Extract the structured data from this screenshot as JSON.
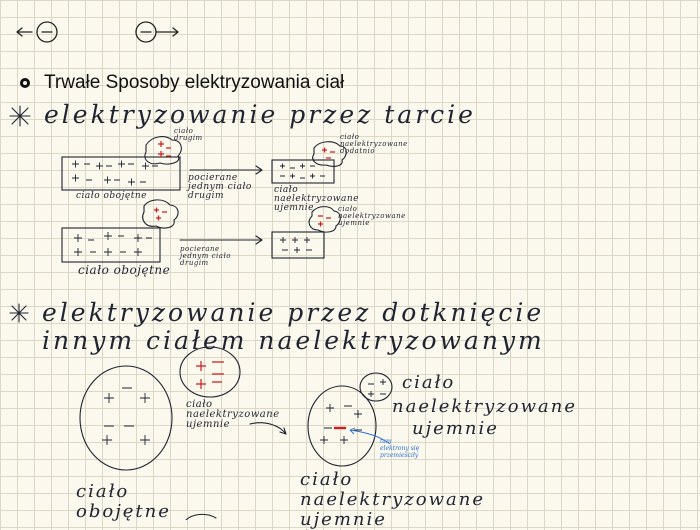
{
  "heading": {
    "title": "Trwałe Sposoby elektryzowania ciał"
  },
  "section1": {
    "title": "elektryzowanie przez tarcie",
    "label_body_neutral_top": "ciało obojętne",
    "label_rubbed": "pocierane jednym ciało drugim",
    "label_charged_body_top": "ciało naelektryzowane ujemnie",
    "label_charged_top": "ciało naelektryzowane dodatnio",
    "label_rubbed_with": "ciało drugim",
    "label_body_neutral_bottom": "ciało obojętne",
    "label_rubbed_bottom": "pocierane jednym ciało drugim",
    "label_charged_bottom": "ciało naelektryzowane ujemnie"
  },
  "section2": {
    "title_line1": "elektryzowanie przez dotknięcie",
    "title_line2": "innym ciałem naelektryzowanym",
    "label_charged_small": "ciało naelektryzowane ujemnie",
    "label_neutral_big": "ciało obojętne",
    "label_right_top": "ciało",
    "label_right_top2": "naelektryzowane",
    "label_right_top3": "ujemnie",
    "label_result": "ciało naelektryzowane ujemnie",
    "label_electrons": "tam elektrony się przemieściły"
  }
}
